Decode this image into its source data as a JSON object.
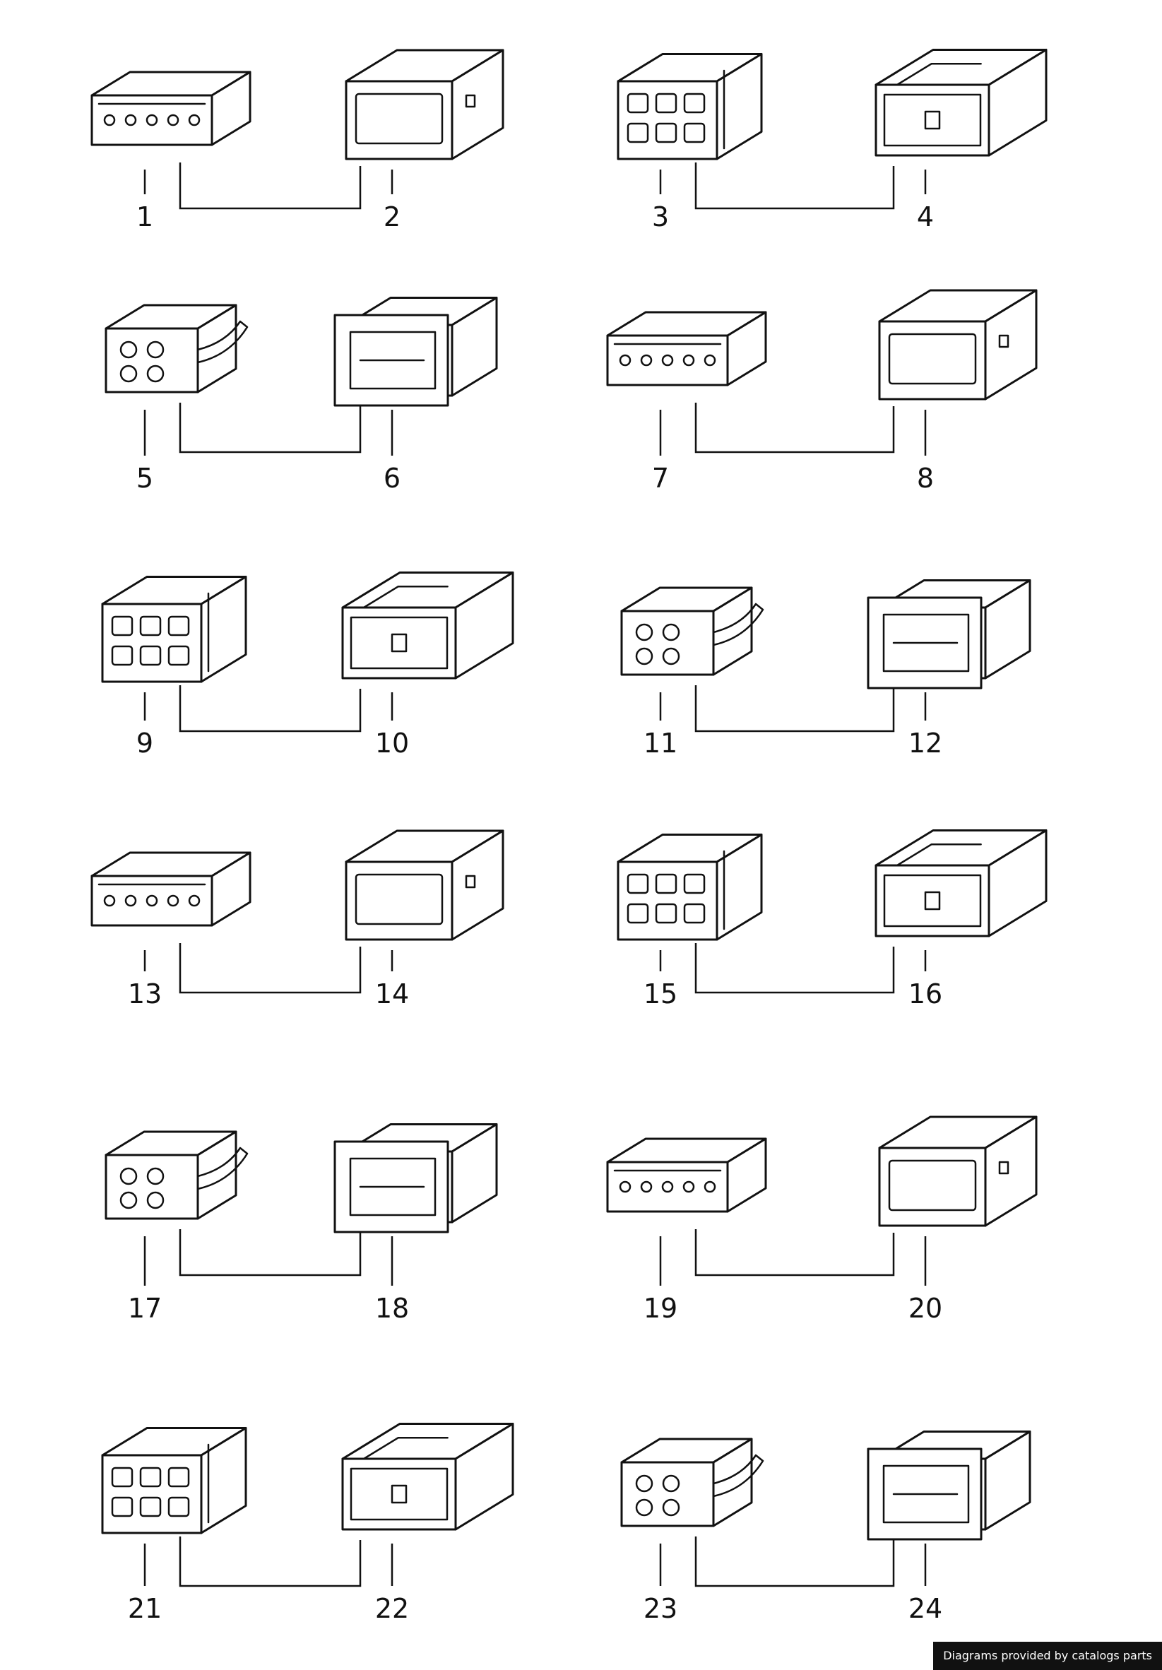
{
  "parts": [
    {
      "label": "1"
    },
    {
      "label": "2"
    },
    {
      "label": "3"
    },
    {
      "label": "4"
    },
    {
      "label": "5"
    },
    {
      "label": "6"
    },
    {
      "label": "7"
    },
    {
      "label": "8"
    },
    {
      "label": "9"
    },
    {
      "label": "10"
    },
    {
      "label": "11"
    },
    {
      "label": "12"
    },
    {
      "label": "13"
    },
    {
      "label": "14"
    },
    {
      "label": "15"
    },
    {
      "label": "16"
    },
    {
      "label": "17"
    },
    {
      "label": "18"
    },
    {
      "label": "19"
    },
    {
      "label": "20"
    },
    {
      "label": "21"
    },
    {
      "label": "22"
    },
    {
      "label": "23"
    },
    {
      "label": "24"
    }
  ],
  "footer": {
    "credit": "Diagrams provided by catalogs parts"
  }
}
